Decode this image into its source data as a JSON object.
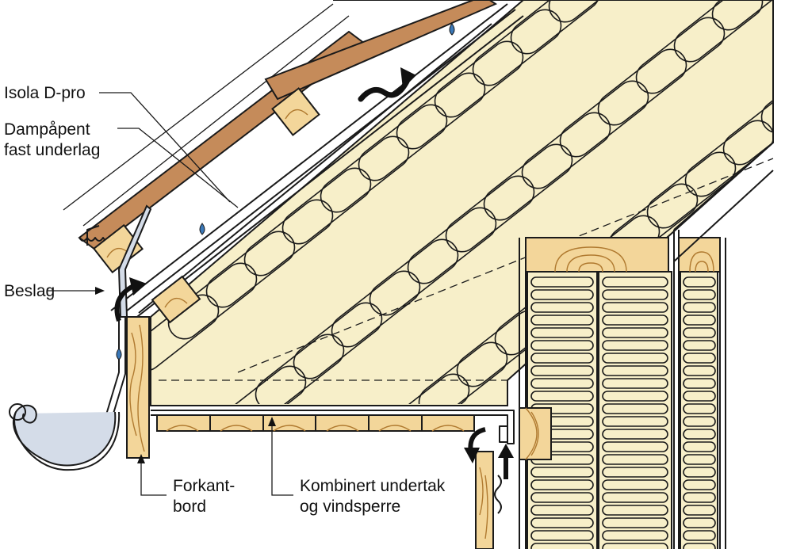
{
  "labels": {
    "isola": "Isola D-pro",
    "underlag_line1": "Dampåpent",
    "underlag_line2": "fast underlag",
    "beslag": "Beslag",
    "forkant_line1": "Forkant-",
    "forkant_line2": "bord",
    "kombinert_line1": "Kombinert undertak",
    "kombinert_line2": "og vindsperre"
  },
  "colors": {
    "insulation": "#f7efc9",
    "timber": "#f3d69a",
    "tile": "#c58b5a",
    "metal": "#d4dce8",
    "water": "#3a78b8",
    "line": "#1a1a1a"
  },
  "icons": [
    "water-drop-icon",
    "airflow-arrow-icon",
    "gutter-icon"
  ]
}
